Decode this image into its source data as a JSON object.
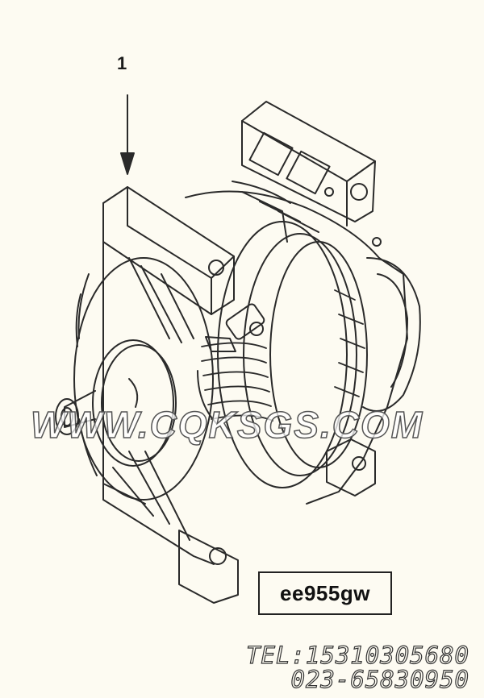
{
  "diagram": {
    "callout_number": "1",
    "part_code": "ee955gw",
    "subject_icon": "alternator-drawing"
  },
  "watermark": {
    "text": "WWW.CQKSGS.COM",
    "tel_line": "TEL:15310305680",
    "phone_line": "023-65830950"
  },
  "colors": {
    "background": "#fdfbf2",
    "line": "#2a2a2a"
  }
}
